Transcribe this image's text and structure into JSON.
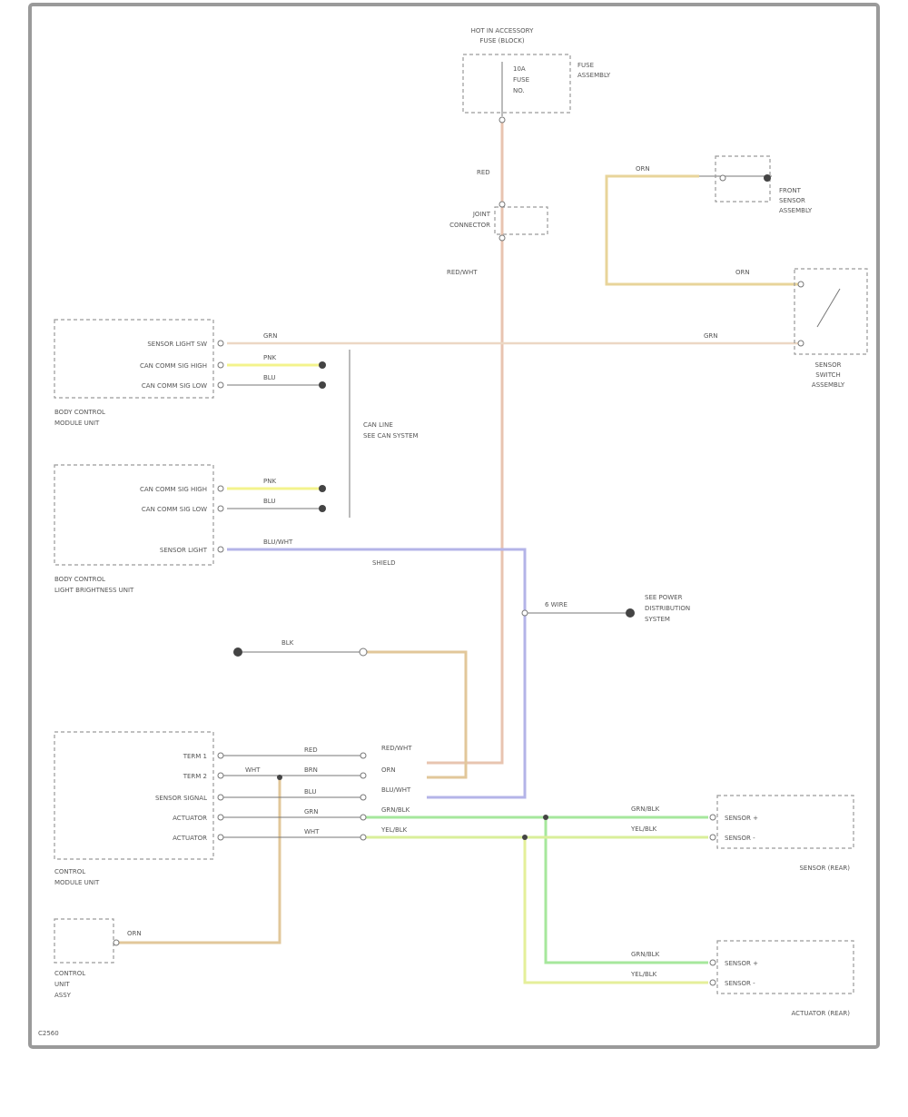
{
  "colors": {
    "orange": "#e2c79a",
    "yellow": "#f3f38c",
    "green": "#a6e79c",
    "blue": "#b4b4e8",
    "pink": "#e8c4b0",
    "border": "#9a9a9a",
    "line": "#777777"
  },
  "components": {
    "fuse": {
      "title1": "HOT IN ACCESSORY",
      "title2": "FUSE (BLOCK)",
      "inner1": "10A",
      "inner2": "FUSE",
      "inner3": "NO.",
      "side1": "FUSE",
      "side2": "ASSEMBLY"
    },
    "joint_connector": {
      "l1": "JOINT",
      "l2": "CONNECTOR"
    },
    "front_sensor": {
      "l1": "FRONT",
      "l2": "SENSOR",
      "l3": "ASSEMBLY"
    },
    "switch_assembly": {
      "l1": "SENSOR",
      "l2": "SWITCH",
      "l3": "ASSEMBLY"
    },
    "unit_a": {
      "r1": "SENSOR LIGHT SW",
      "r2": "CAN COMM SIG HIGH",
      "r3": "CAN COMM SIG LOW",
      "cap1": "BODY CONTROL",
      "cap2": "MODULE UNIT"
    },
    "unit_b": {
      "r1": "CAN COMM SIG HIGH",
      "r2": "CAN COMM SIG LOW",
      "r3": "SENSOR LIGHT",
      "cap1": "BODY CONTROL",
      "cap2": "LIGHT BRIGHTNESS UNIT"
    },
    "harness_note": {
      "l1": "CAN LINE",
      "l2": "SEE CAN SYSTEM"
    },
    "module": {
      "r1": "TERM 1",
      "r2": "TERM 2",
      "r3": "SENSOR SIGNAL",
      "r4": "ACTUATOR",
      "r5": "ACTUATOR",
      "cap1": "CONTROL",
      "cap2": "MODULE UNIT"
    },
    "splice_right": {
      "l1": "SEE POWER",
      "l2": "DISTRIBUTION",
      "l3": "SYSTEM"
    },
    "sensor1": {
      "r1": "SENSOR +",
      "r2": "SENSOR -",
      "cap": "SENSOR (REAR)"
    },
    "sensor2": {
      "r1": "SENSOR +",
      "r2": "SENSOR -",
      "cap": "ACTUATOR (REAR)"
    },
    "small_unit": {
      "l1": "CONTROL",
      "l2": "UNIT",
      "l3": "ASSY"
    }
  },
  "wires": {
    "red": "RED",
    "brn": "BRN",
    "red_wht": "RED/WHT",
    "orn": "ORN",
    "grn": "GRN",
    "pnk": "PNK",
    "blu_wht": "BLU/WHT",
    "blu": "BLU",
    "blk": "BLK",
    "grn_blk": "GRN/BLK",
    "yel_blk": "YEL/BLK",
    "wht": "WHT",
    "shield": "SHIELD",
    "w6": "6 WIRE"
  },
  "footer": {
    "code": "C2560"
  }
}
